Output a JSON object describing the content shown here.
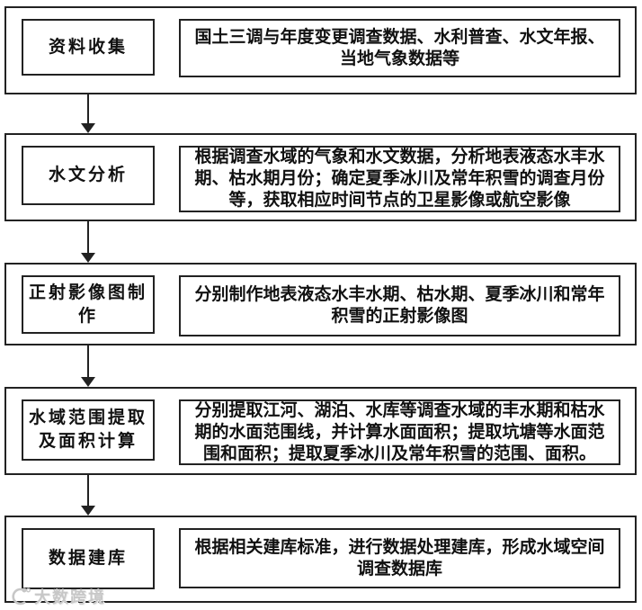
{
  "flowchart": {
    "steps": [
      {
        "label": "资料收集",
        "description": "国土三调与年度变更调查数据、水利普查、水文年报、\n当地气象数据等"
      },
      {
        "label": "水文分析",
        "description": "根据调查水域的气象和水文数据，分析地表液态水丰水\n期、枯水期月份；确定夏季冰川及常年积雪的调查月份\n等，获取相应时间节点的卫星影像或航空影像"
      },
      {
        "label": "正射影像图制\n作",
        "description": "分别制作地表液态水丰水期、枯水期、夏季冰川和常年\n积雪的正射影像图"
      },
      {
        "label": "水域范围提取\n及面积计算",
        "description": "分别提取江河、湖泊、水库等调查水域的丰水期和枯水\n期的水面范围线，并计算水面面积；提取坑塘等水面范\n围和面积；提取夏季冰川及常年积雪的范围、面积。"
      },
      {
        "label": "数据建库",
        "description": "根据相关建库标准，进行数据处理建库，形成水域空间\n调查数据库"
      }
    ]
  },
  "watermark": {
    "text": "大数跨境"
  },
  "colors": {
    "line": "#222222",
    "background": "#ffffff",
    "watermark": "#c7c7c7"
  }
}
